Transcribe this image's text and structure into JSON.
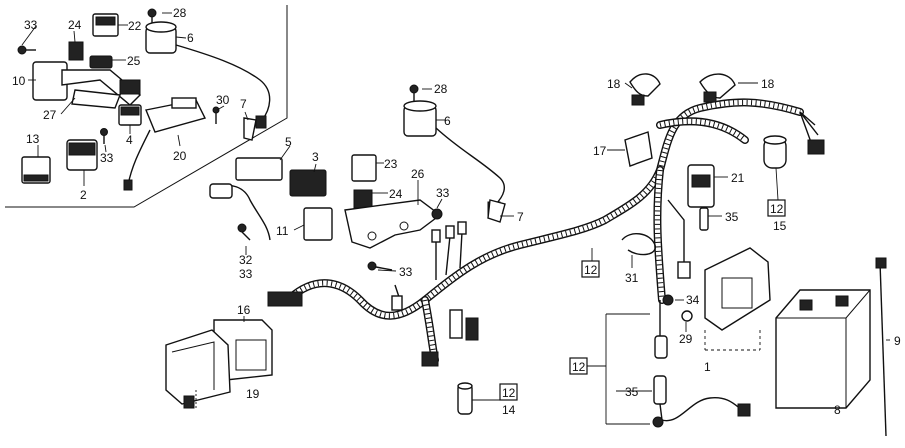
{
  "callouts": {
    "c33a": "33",
    "c24a": "24",
    "c22": "22",
    "c28a": "28",
    "c6a": "6",
    "c25": "25",
    "c10": "10",
    "c27": "27",
    "c30": "30",
    "c7a": "7",
    "c13": "13",
    "c4": "4",
    "c33b": "33",
    "c20": "20",
    "c2": "2",
    "c28b": "28",
    "c6b": "6",
    "c5": "5",
    "c3": "3",
    "c23": "23",
    "c24b": "24",
    "c26": "26",
    "c33c": "33",
    "c7b": "7",
    "c11": "11",
    "c32": "32",
    "c33d": "33",
    "c33e": "33",
    "c18a": "18",
    "c18b": "18",
    "c17": "17",
    "c21": "21",
    "c35a": "35",
    "c15": "15",
    "c31": "31",
    "c34": "34",
    "c29": "29",
    "c1": "1",
    "c9": "9",
    "c8": "8",
    "c16": "16",
    "c19": "19",
    "c14": "14",
    "c35b": "35"
  },
  "boxed_refs": {
    "b12_harness": "12",
    "b12_right": "12",
    "b12_left": "12",
    "b12_bottom": "12"
  }
}
